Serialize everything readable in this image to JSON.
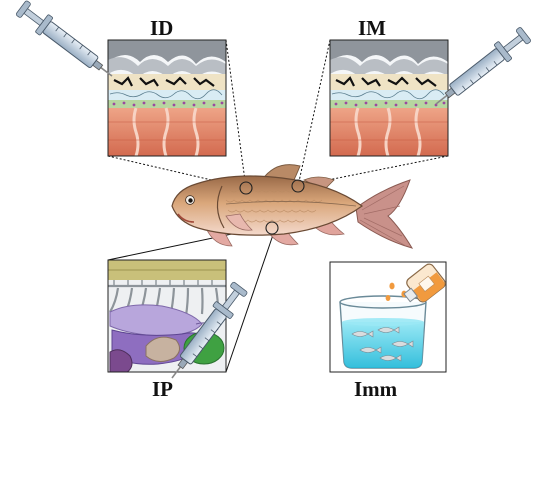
{
  "labels": {
    "id": "ID",
    "im": "IM",
    "ip": "IP",
    "imm": "Imm"
  },
  "colors": {
    "muscle": "#e2876b",
    "muscle_dark": "#c4553c",
    "skin": "#e8dcc4",
    "fish_body": "#d8a878",
    "fish_belly": "#f1d2c4",
    "fin": "#c48a7a",
    "water": "#3fd2ea",
    "liver": "#9c82c8",
    "intestine": "#3fa142",
    "bottle_liquid": "#f19a3e",
    "syringe": "#b8c8d8",
    "frame": "#222222"
  },
  "icons": [
    "syringe-icon",
    "fish-icon",
    "beaker-icon",
    "bottle-icon"
  ]
}
